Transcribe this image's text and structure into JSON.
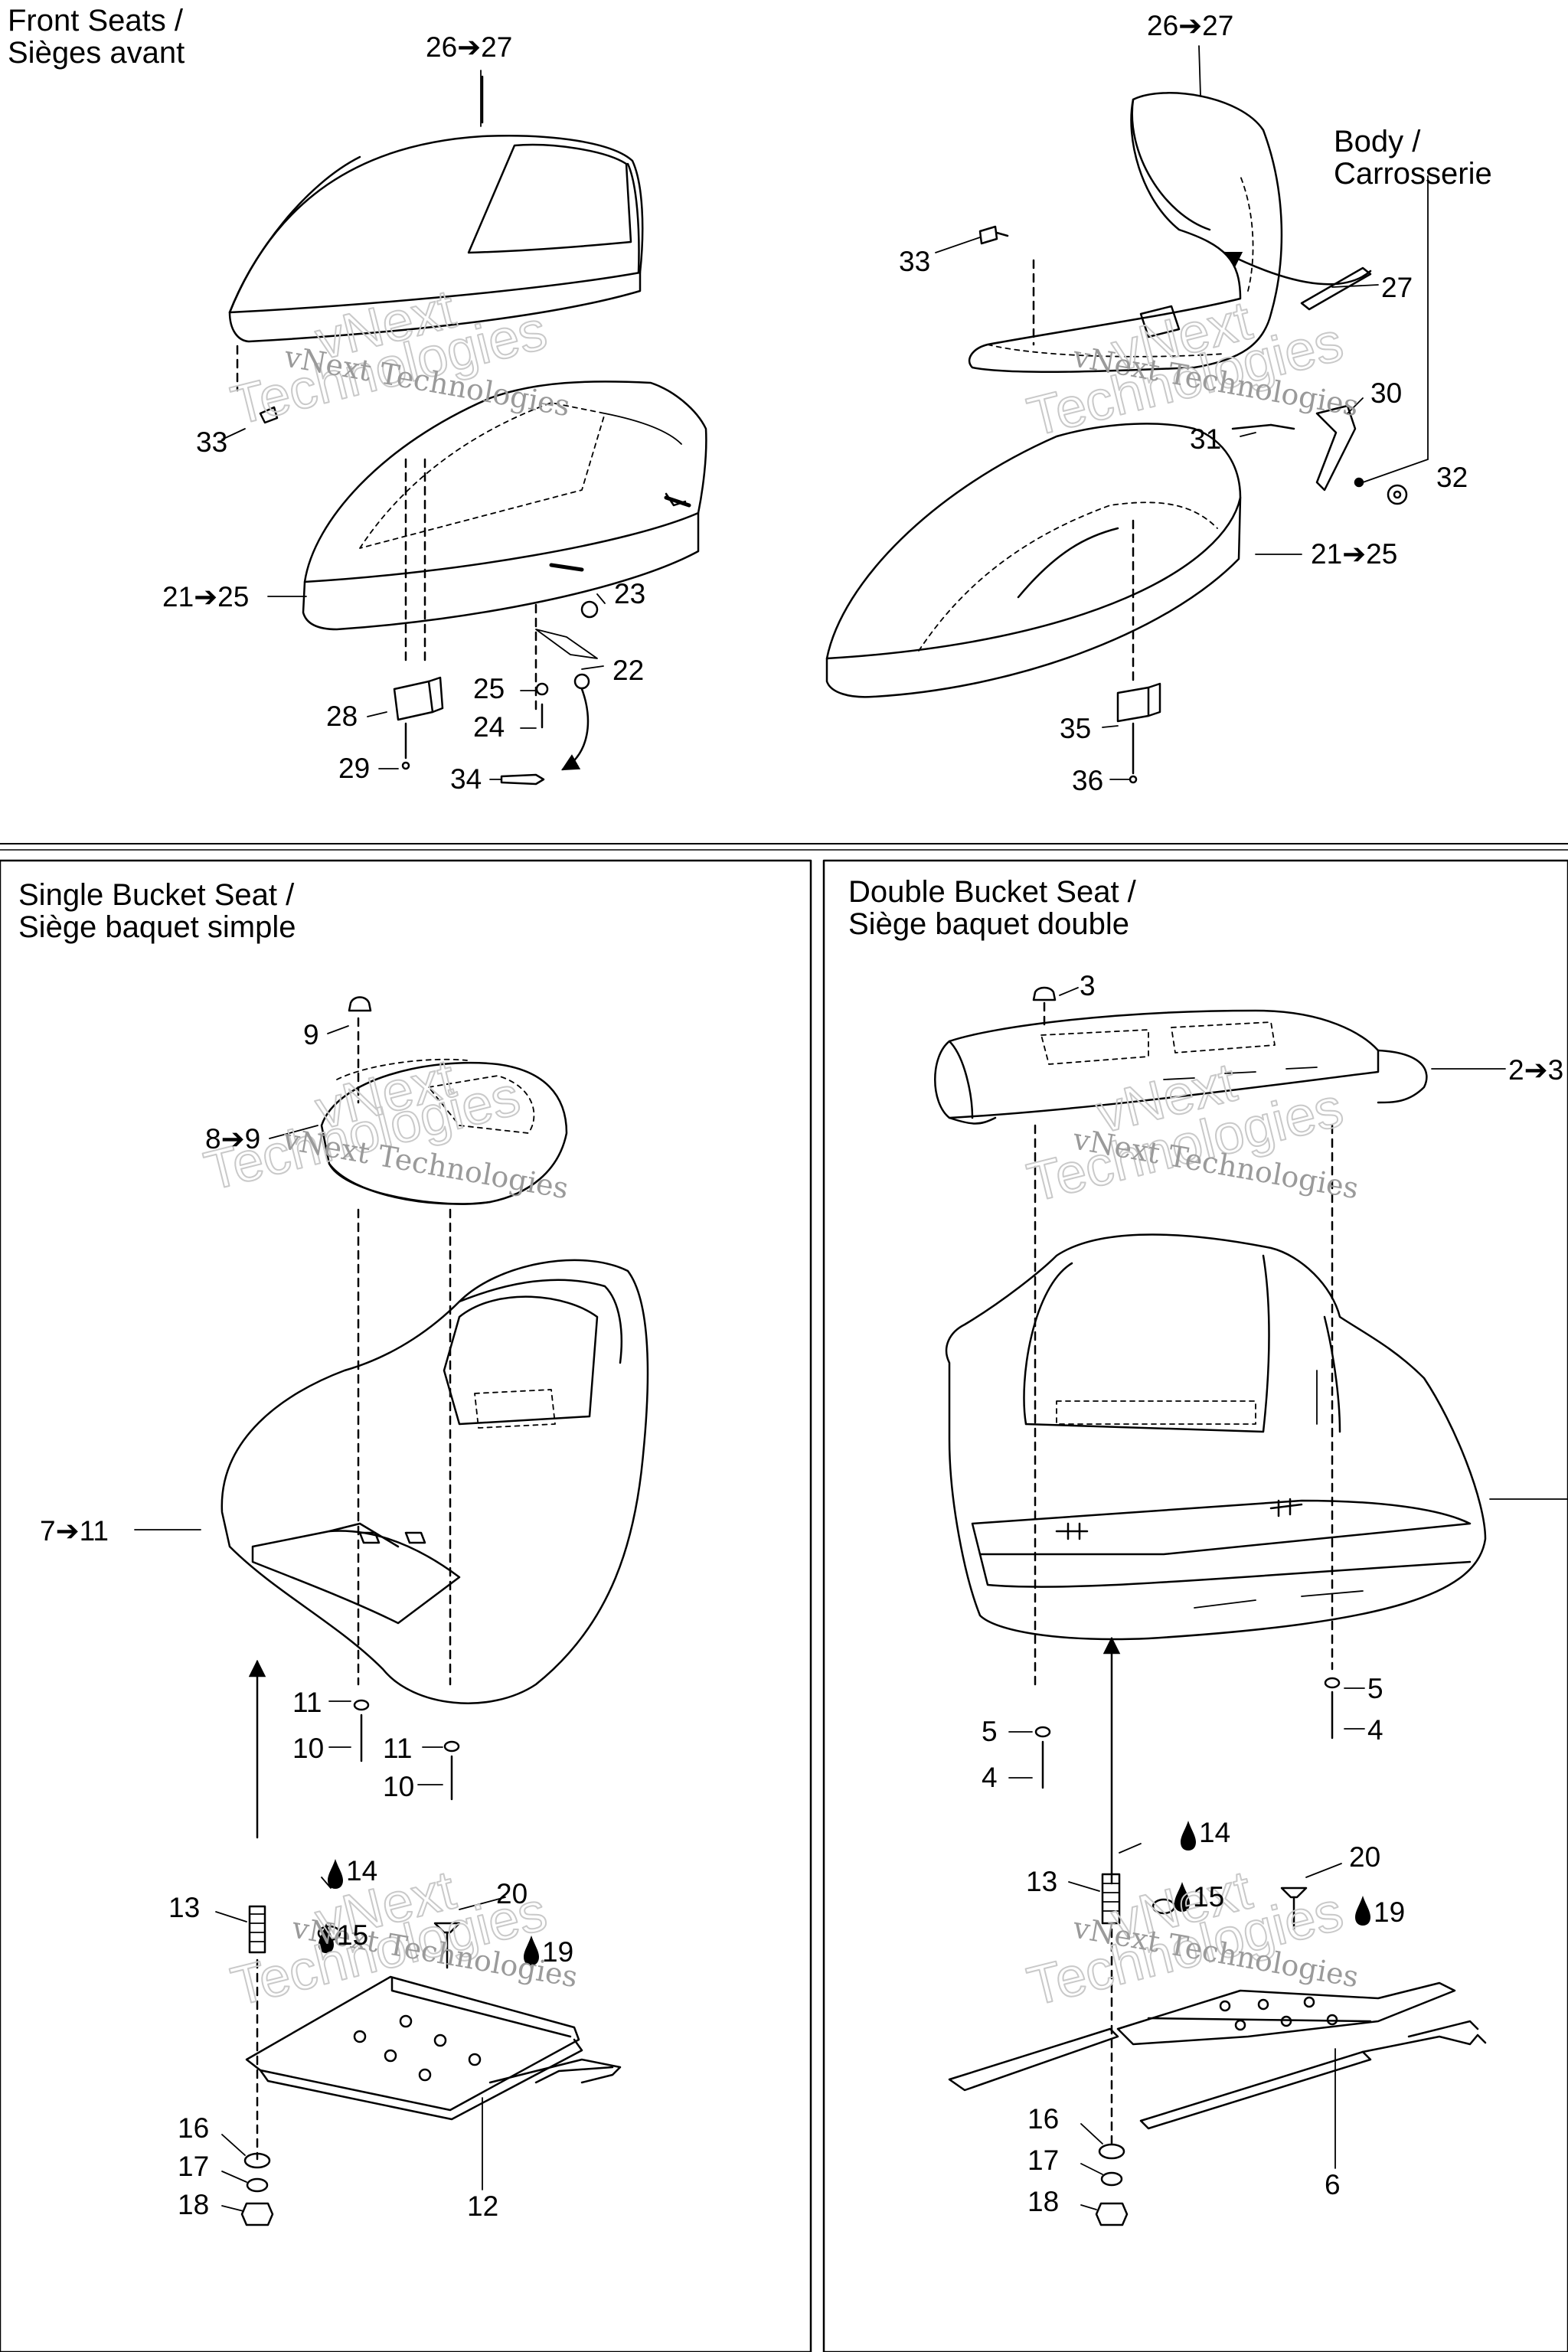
{
  "sections": {
    "front_seats": {
      "line1": "Front Seats /",
      "line2": "Sièges avant"
    },
    "body": {
      "line1": "Body /",
      "line2": "Carrosserie"
    },
    "single_bucket": {
      "line1": "Single Bucket Seat /",
      "line2": "Siège baquet simple"
    },
    "double_bucket": {
      "line1": "Double Bucket Seat /",
      "line2": "Siège baquet double"
    }
  },
  "watermark": {
    "line1": "vNext Technologies",
    "line2": "vNext",
    "line3": "Technologies"
  },
  "callouts": {
    "front_left": {
      "c26_27": "26➔27",
      "c33": "33",
      "c21_25": "21➔25",
      "c23": "23",
      "c22": "22",
      "c25": "25",
      "c24": "24",
      "c28": "28",
      "c29": "29",
      "c34": "34"
    },
    "front_right": {
      "c26_27": "26➔27",
      "c33": "33",
      "c27": "27",
      "c30": "30",
      "c31": "31",
      "c32": "32",
      "c21_25": "21➔25",
      "c35": "35",
      "c36": "36"
    },
    "single": {
      "c9": "9",
      "c8_9": "8➔9",
      "c7_11": "7➔11",
      "c11a": "11",
      "c10a": "10",
      "c11b": "11",
      "c10b": "10",
      "c14": "14",
      "c13": "13",
      "c15": "15",
      "c20": "20",
      "c19": "19",
      "c16": "16",
      "c17": "17",
      "c18": "18",
      "c12": "12"
    },
    "double": {
      "c3": "3",
      "c2_3": "2➔3",
      "c5a": "5",
      "c4a": "4",
      "c5b": "5",
      "c4b": "4",
      "c14": "14",
      "c13": "13",
      "c15": "15",
      "c20": "20",
      "c19": "19",
      "c16": "16",
      "c17": "17",
      "c18": "18",
      "c6": "6"
    }
  }
}
